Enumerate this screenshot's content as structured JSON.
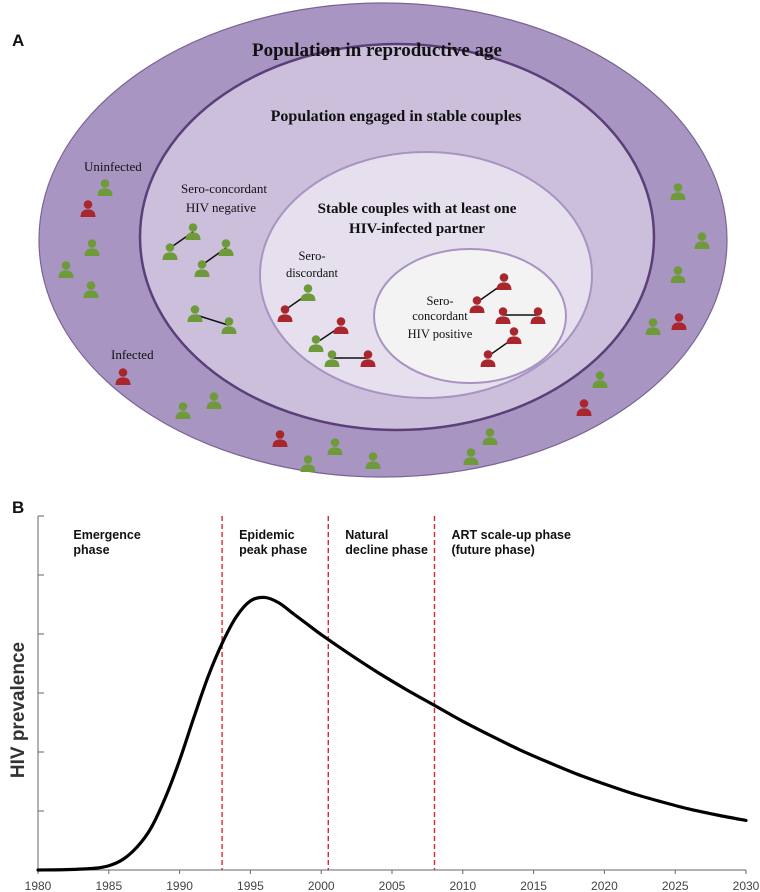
{
  "panel_a": {
    "label": "A",
    "outer_title": "Population in reproductive age",
    "middle_title": "Population engaged in stable couples",
    "inner_title_line1": "Stable couples with at least one",
    "inner_title_line2": "HIV-infected partner",
    "core_label_line1": "Sero-",
    "core_label_line2": "concordant",
    "core_label_line3": "HIV positive",
    "sero_discordant_line1": "Sero-",
    "sero_discordant_line2": "discordant",
    "sero_neg_line1": "Sero-concordant",
    "sero_neg_line2": "HIV negative",
    "uninfected": "Uninfected",
    "infected": "Infected",
    "colors": {
      "outer_fill": "#a995c2",
      "middle_fill": "#cbbfdb",
      "inner_fill": "#e6dfee",
      "core_fill": "#f3f3f3",
      "ring_stroke": "#5a3f78",
      "inner_stroke": "#a894c2",
      "uninfected_person": "#6e9a3a",
      "infected_person": "#a8262c"
    },
    "icons": "person-icon"
  },
  "chart_data": {
    "panel_label": "B",
    "type": "line",
    "ylabel": "HIV prevalence",
    "x_ticks": [
      "1980",
      "1985",
      "1990",
      "1995",
      "2000",
      "2005",
      "2010",
      "2015",
      "2020",
      "2025",
      "2030"
    ],
    "xlim": [
      1980,
      2030
    ],
    "series": [
      {
        "x": [
          1980,
          1982,
          1984,
          1985,
          1986,
          1987,
          1988,
          1989,
          1990,
          1991,
          1992,
          1993,
          1994,
          1995,
          1996,
          1997,
          1998,
          1999,
          2000,
          2002,
          2004,
          2006,
          2008,
          2010,
          2012,
          2014,
          2016,
          2018,
          2020,
          2022,
          2024,
          2026,
          2028,
          2030
        ],
        "y": [
          0.0,
          0.1,
          0.5,
          1.2,
          3.0,
          6.5,
          12.0,
          20.5,
          31.0,
          43.0,
          54.5,
          64.0,
          71.5,
          76.0,
          77.0,
          75.5,
          72.5,
          69.5,
          66.5,
          61.0,
          55.8,
          51.0,
          46.5,
          42.0,
          37.9,
          34.0,
          30.5,
          27.2,
          24.3,
          21.6,
          19.3,
          17.2,
          15.5,
          14.0
        ]
      }
    ],
    "phase_lines": [
      1993,
      2000.5,
      2008
    ],
    "phase_line_color": "#d42a2a",
    "phases": [
      {
        "line1": "Emergence",
        "line2": "phase"
      },
      {
        "line1": "Epidemic",
        "line2": "peak phase"
      },
      {
        "line1": "Natural",
        "line2": "decline phase"
      },
      {
        "line1": "ART scale-up phase",
        "line2": "(future phase)"
      }
    ]
  }
}
